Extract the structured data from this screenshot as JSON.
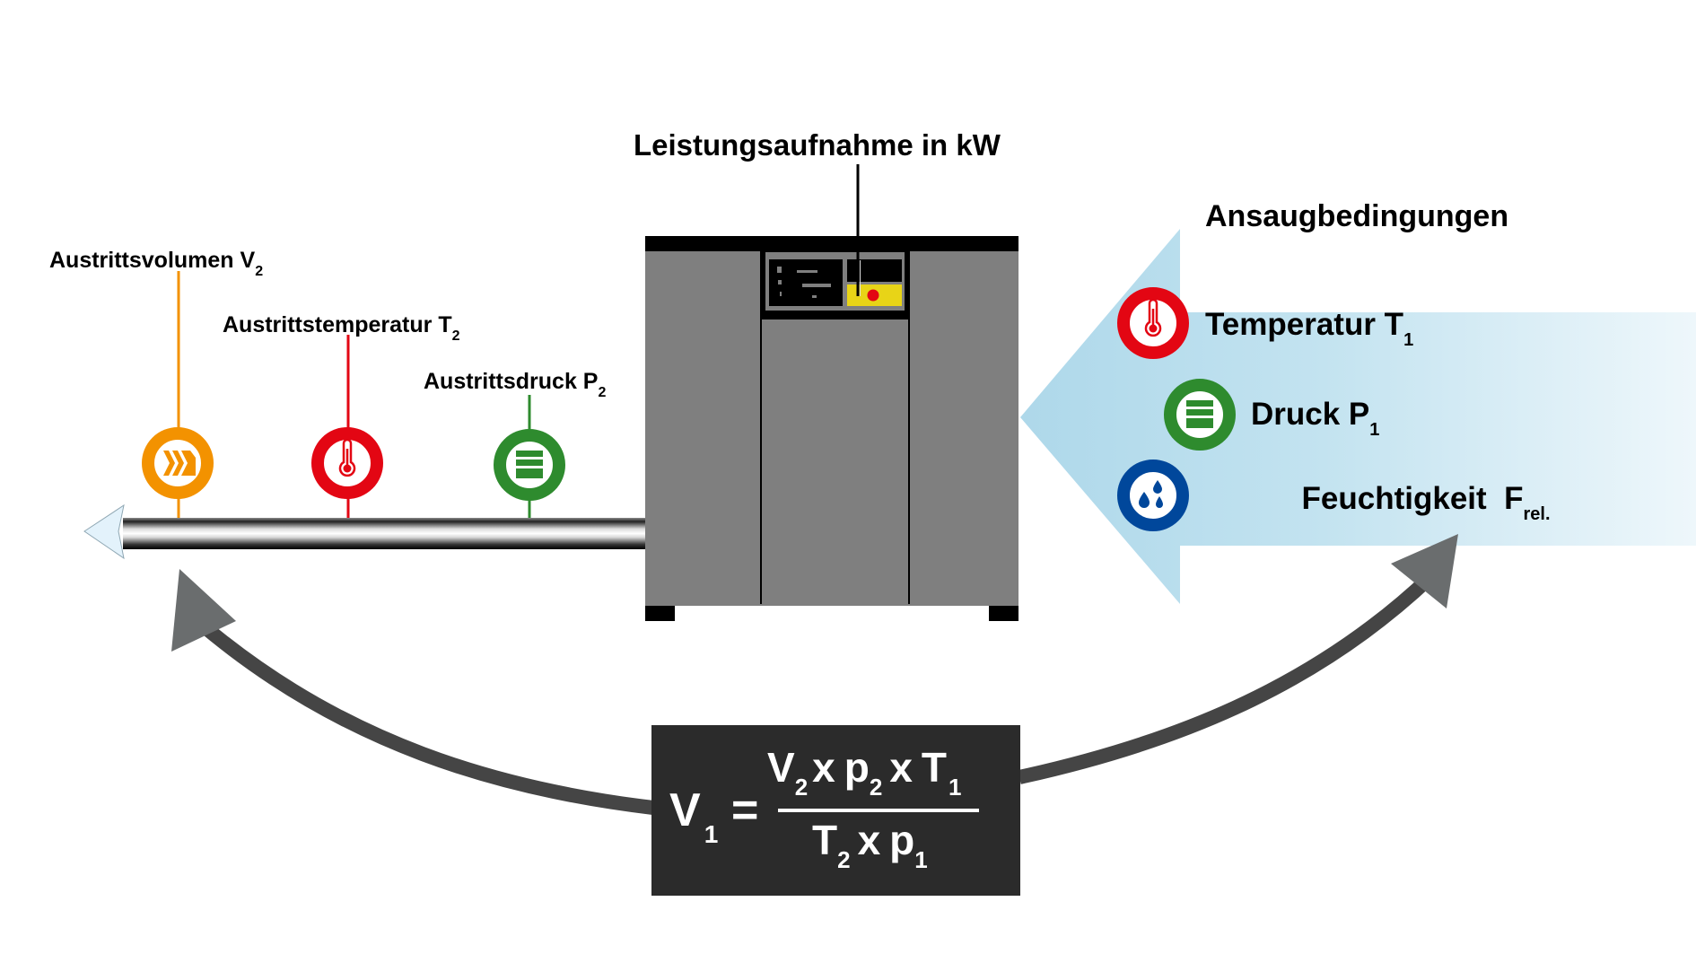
{
  "colors": {
    "orange": "#f39200",
    "red": "#e30613",
    "green": "#2e8b2e",
    "blue": "#00479b",
    "intake_arrow_light": "#aed8ea",
    "intake_arrow_fade": "#e8f4fa",
    "compressor_body": "#7f7f7f",
    "compressor_trim": "#000000",
    "panel_yellow": "#e8d417",
    "panel_led": "#e30613",
    "formula_bg": "#2b2b2b",
    "curve_arrow": "#454545",
    "curve_arrowhead": "#6a6d6e",
    "pipe_outlet_tip": "#e3f2fb"
  },
  "power_label": {
    "text": "Leistungsaufnahme in kW"
  },
  "outlet": {
    "items": [
      {
        "id": "volume",
        "label": "Austrittsvolumen V",
        "sub": "2",
        "icon": "flow-chevrons-icon",
        "color_key": "orange"
      },
      {
        "id": "temperature",
        "label": "Austrittstemperatur T",
        "sub": "2",
        "icon": "thermometer-icon",
        "color_key": "red"
      },
      {
        "id": "pressure",
        "label": "Austrittsdruck P",
        "sub": "2",
        "icon": "pressure-bars-icon",
        "color_key": "green"
      }
    ]
  },
  "intake": {
    "title": "Ansaugbedingungen",
    "items": [
      {
        "id": "temperature",
        "label": "Temperatur T",
        "sub": "1",
        "icon": "thermometer-icon",
        "color_key": "red"
      },
      {
        "id": "pressure",
        "label": "Druck P",
        "sub": "1",
        "icon": "pressure-bars-icon",
        "color_key": "green"
      },
      {
        "id": "humidity",
        "label": "Feuchtigkeit  F",
        "sub": "rel.",
        "icon": "water-drops-icon",
        "color_key": "blue"
      }
    ]
  },
  "formula": {
    "lhs": "V",
    "lhs_sub": "1",
    "equals": "=",
    "numerator": [
      {
        "t": "V",
        "s": "2"
      },
      {
        "t": "x"
      },
      {
        "t": "p",
        "s": "2"
      },
      {
        "t": "x"
      },
      {
        "t": "T",
        "s": "1"
      }
    ],
    "denominator": [
      {
        "t": "T",
        "s": "2"
      },
      {
        "t": "x"
      },
      {
        "t": "p",
        "s": "1"
      }
    ],
    "numerator_text": "V2 x p2 x T1",
    "denominator_text": "T2 x p1"
  }
}
